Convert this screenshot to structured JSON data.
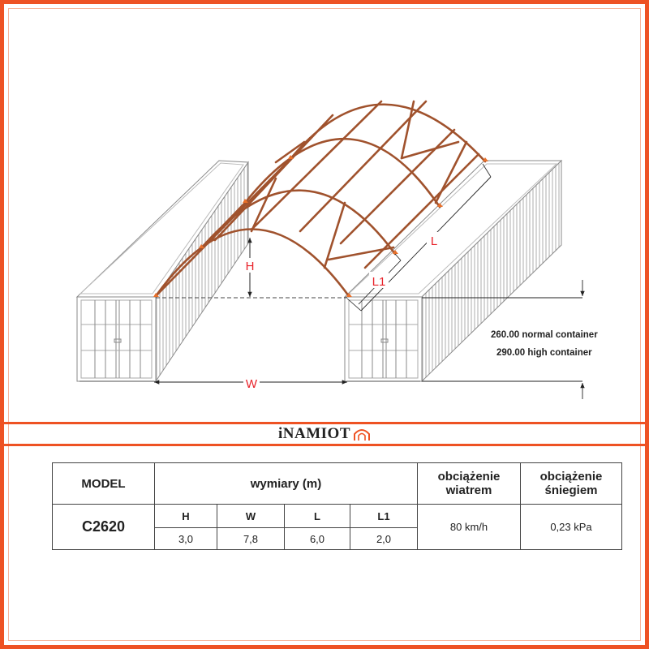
{
  "diagram": {
    "labels": {
      "H": "H",
      "W": "W",
      "L": "L",
      "L1": "L1"
    },
    "height_notes": [
      "260.00 normal container",
      "290.00 high container"
    ],
    "colors": {
      "frame": "#ee5223",
      "truss": "#a0522d",
      "dimension_label": "#e8232b",
      "container_line": "#8a8a8a"
    }
  },
  "brand": {
    "name": "iNAMIOT",
    "icon": "tent-arch-icon"
  },
  "spec_table": {
    "headers": {
      "model": "MODEL",
      "dimensions": "wymiary (m)",
      "wind_load": "obciążenie wiatrem",
      "snow_load": "obciążenie śniegiem"
    },
    "rows": [
      {
        "model": "C2620",
        "dims": [
          {
            "key": "H",
            "value": "3,0"
          },
          {
            "key": "W",
            "value": "7,8"
          },
          {
            "key": "L",
            "value": "6,0"
          },
          {
            "key": "L1",
            "value": "2,0"
          }
        ],
        "wind_load": "80 km/h",
        "snow_load": "0,23 kPa"
      }
    ]
  }
}
